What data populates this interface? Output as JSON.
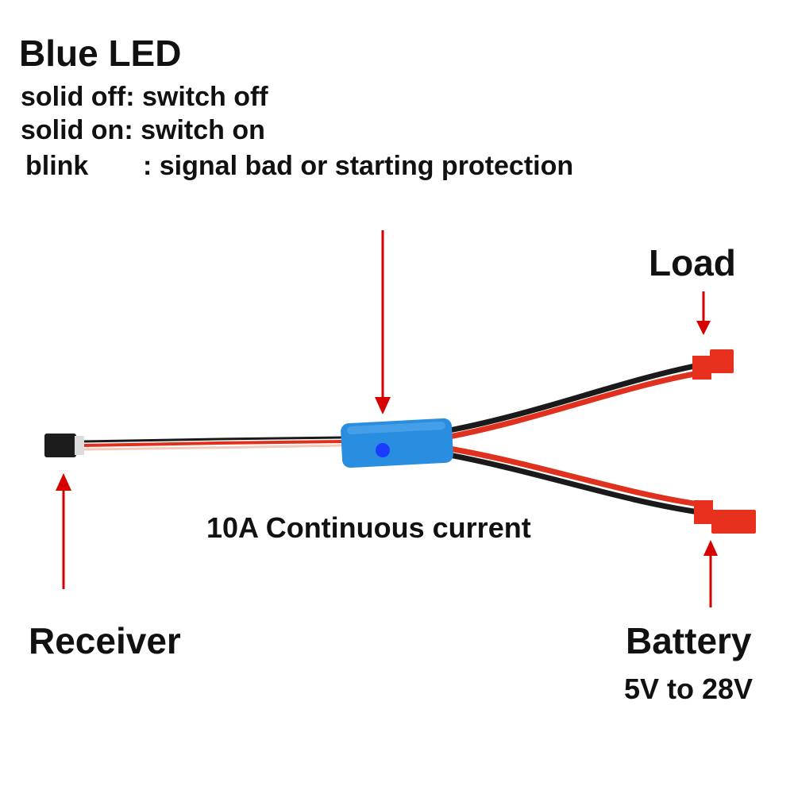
{
  "legend": {
    "title": "Blue LED",
    "lines": [
      "solid off: switch off",
      "solid on: switch on"
    ],
    "blink_key": "blink",
    "blink_value": ": signal bad or starting protection"
  },
  "labels": {
    "load": "Load",
    "current": "10A Continuous current",
    "receiver": "Receiver",
    "battery": "Battery",
    "voltage": "5V to 28V"
  },
  "colors": {
    "arrow": "#d60000",
    "module": "#2a8ee0",
    "led": "#1a3cff",
    "wire_red": "#e0301e",
    "wire_black": "#1a1a1a",
    "connector_red": "#e8301e",
    "connector_black": "#1c1c1c"
  }
}
